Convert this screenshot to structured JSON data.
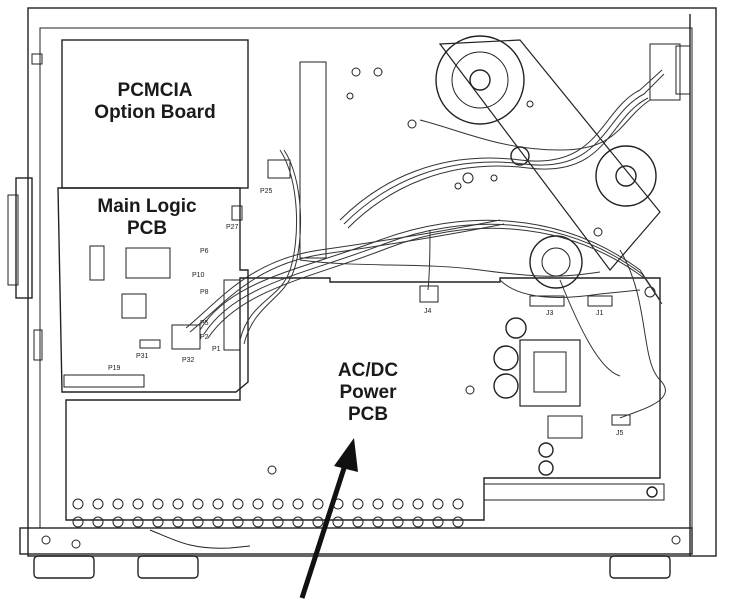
{
  "labels": {
    "pcmcia_line1": "PCMCIA",
    "pcmcia_line2": "Option Board",
    "main_logic_line1": "Main Logic",
    "main_logic_line2": "PCB",
    "power_line1": "AC/DC",
    "power_line2": "Power",
    "power_line3": "PCB"
  },
  "connectors": {
    "p25": "P25",
    "p27": "P27",
    "p6": "P6",
    "p10": "P10",
    "p8": "P8",
    "p5": "P5",
    "p2": "P2",
    "p1": "P1",
    "p31": "P31",
    "p32": "P32",
    "p19": "P19",
    "j4": "J4",
    "j3": "J3",
    "j1": "J1",
    "j5": "J5"
  }
}
